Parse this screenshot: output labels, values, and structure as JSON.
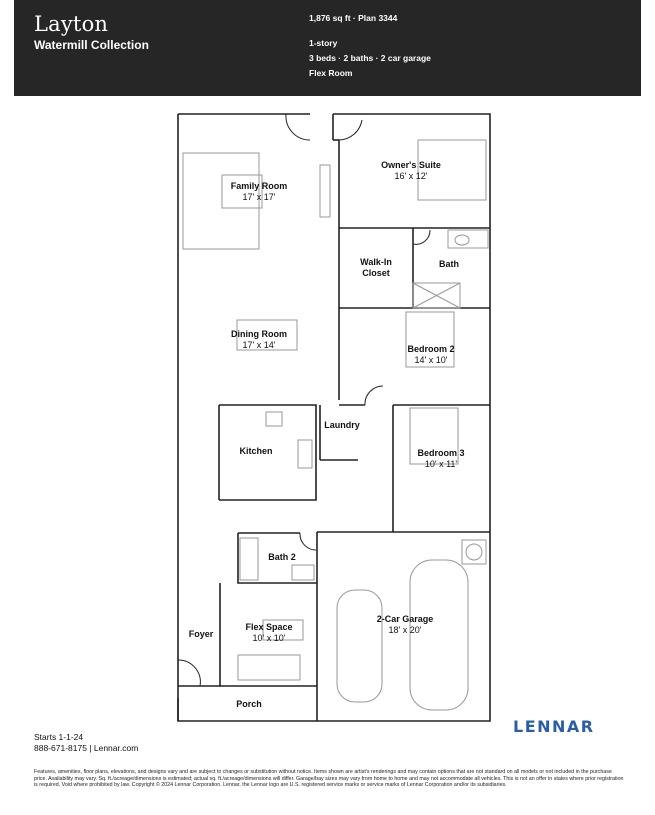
{
  "header": {
    "title": "Layton",
    "collection": "Watermill Collection",
    "specs": [
      "1,876 sq ft · Plan 3344",
      "1-story",
      "3 beds · 2 baths · 2 car garage",
      "Flex Room"
    ]
  },
  "rooms": [
    {
      "name": "Family Room",
      "size": "17' x 17'"
    },
    {
      "name": "Owner's Suite",
      "size": "16' x 12'"
    },
    {
      "name": "Walk-In",
      "name2": "Closet"
    },
    {
      "name": "Bath"
    },
    {
      "name": "Dining Room",
      "size": "17' x 14'"
    },
    {
      "name": "Bedroom 2",
      "size": "14' x 10'"
    },
    {
      "name": "Laundry"
    },
    {
      "name": "Kitchen"
    },
    {
      "name": "Bedroom 3",
      "size": "10' x 11'"
    },
    {
      "name": "Bath 2"
    },
    {
      "name": "Flex Space",
      "size": "10' x 10'"
    },
    {
      "name": "Foyer"
    },
    {
      "name": "2-Car Garage",
      "size": "18' x 20'"
    },
    {
      "name": "Porch"
    }
  ],
  "footer": {
    "starts": "Starts 1-1-24",
    "contact": "888-671-8175  |  Lennar.com",
    "logo": "LENNAR",
    "disclaimer": "Features, amenities, floor plans, elevations, and designs vary and are subject to changes or substitution without notice. Items shown are artist's renderings and may contain options that are not standard on all models or not included in the purchase price. Availability may vary. Sq. ft./acreage/dimensions is estimated; actual sq. ft./acreage/dimensions will differ. Garage/bay sizes may vary from home to home and may not accommodate all vehicles. This is not an offer in states where prior registration is required. Void where prohibited by law. Copyright © 2024 Lennar Corporation. Lennar, the Lennar logo are U.S. registered service marks or service marks of Lennar Corporation and/or its subsidiaries."
  },
  "colors": {
    "header_bg": "#262626",
    "brand_blue": "#2a5ea8",
    "wall": "#222222",
    "fixture": "#999999"
  }
}
